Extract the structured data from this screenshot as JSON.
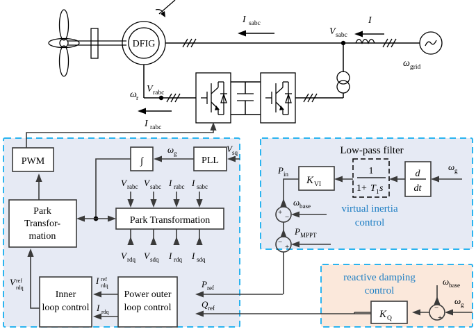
{
  "figure": {
    "title": "DFIG wind turbine virtual inertia and reactive damping control block diagram",
    "colors": {
      "panel_blue": "#e6eaf4",
      "panel_orange": "#fbe8db",
      "dashed_border": "#2ab4f0",
      "blue_text": "#1f7fc4",
      "line": "#3a3a3a",
      "background": "#ffffff"
    }
  },
  "power_circuit": {
    "generator_label": "DFIG",
    "stator_current_label": "I",
    "stator_current_sub": "sabc",
    "stator_voltage_label": "V",
    "stator_voltage_sub": "sabc",
    "grid_current_label": "I",
    "grid_freq_label": "ω",
    "grid_freq_sub": "grid",
    "rotor_voltage_label": "V",
    "rotor_voltage_sub": "rabc",
    "rotor_current_label": "I",
    "rotor_current_sub": "rabc",
    "rotor_speed_label": "ω",
    "rotor_speed_sub": "r"
  },
  "converter_control_panel": {
    "blocks": {
      "pwm": "PWM",
      "integrator": "∫",
      "pll": "PLL",
      "park_left_line1": "Park",
      "park_left_line2": "Transfor-",
      "park_left_line3": "mation",
      "park_main": "Park Transformation",
      "inner_loop_line1": "Inner",
      "inner_loop_line2": "loop control",
      "power_outer_line1": "Power outer",
      "power_outer_line2": "loop control"
    },
    "signals": {
      "omega_g": "ω",
      "omega_g_sub": "g",
      "vsq": "V",
      "vsq_sub": "sq",
      "park_inputs": [
        {
          "base": "V",
          "sub": "rabc"
        },
        {
          "base": "V",
          "sub": "sabc"
        },
        {
          "base": "I",
          "sub": "rabc"
        },
        {
          "base": "I",
          "sub": "sabc"
        }
      ],
      "park_outputs": [
        {
          "base": "V",
          "sub": "rdq"
        },
        {
          "base": "V",
          "sub": "sdq"
        },
        {
          "base": "I",
          "sub": "rdq"
        },
        {
          "base": "I",
          "sub": "sdq"
        }
      ],
      "v_rdq_ref_base": "V",
      "v_rdq_ref_sub": "rdq",
      "v_rdq_ref_sup": "ref",
      "i_rdq_ref_base": "I",
      "i_rdq_ref_sub": "rdq",
      "i_rdq_ref_sup": "ref",
      "i_rdq_base": "I",
      "i_rdq_sub": "rdq",
      "p_ref_base": "P",
      "p_ref_sub": "ref",
      "q_ref_base": "Q",
      "q_ref_sub": "ref"
    }
  },
  "virtual_inertia_panel": {
    "caption_line1": "virtual inertia",
    "caption_line2": "control",
    "low_pass_filter_title": "Low-pass filter",
    "filter_numerator": "1",
    "filter_denominator_pre": "1+",
    "filter_denominator_T": "T",
    "filter_denominator_T_sub": "1",
    "filter_denominator_s": "s",
    "derivative_num": "d",
    "derivative_den": "dt",
    "gain_base": "K",
    "gain_sub": "VI",
    "input_base": "ω",
    "input_sub": "g",
    "p_in_base": "P",
    "p_in_sub": "in",
    "omega_base_label": "ω",
    "omega_base_sub": "base",
    "p_mppt_base": "P",
    "p_mppt_sub": "MPPT",
    "sum1_signs": [
      "+",
      "−"
    ],
    "sum2_signs": [
      "−",
      "+"
    ]
  },
  "reactive_damping_panel": {
    "caption_line1": "reactive damping",
    "caption_line2": "control",
    "gain_base": "K",
    "gain_sub": "Q",
    "omega_base_label": "ω",
    "omega_base_sub": "base",
    "omega_g_label": "ω",
    "omega_g_sub": "g",
    "sum_signs": [
      "−",
      "+"
    ]
  }
}
